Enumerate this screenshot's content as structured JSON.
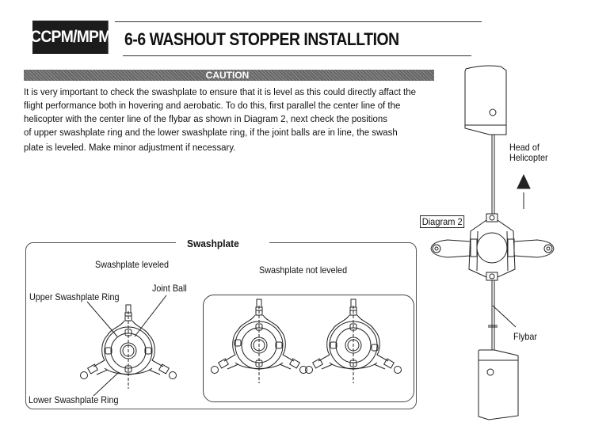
{
  "header": {
    "badge": "CCPM/MPM",
    "title": "6-6 WASHOUT STOPPER INSTALLTION"
  },
  "caution": {
    "label": "CAUTION",
    "lines": [
      "It is very important to check the swashplate to ensure that it is level as this could directly affact the",
      "flight performance both in hovering and aerobatic.  To do this, first parallel the center line of the",
      "helicopter with the center line of the flybar as shown in Diagram 2, next check the positions",
      "of upper swashplate ring and the lower swashplate ring, if the joint balls are in line, the swash",
      "plate is leveled. Make minor adjustment if necessary."
    ]
  },
  "swashplate_panel": {
    "title": "Swashplate",
    "leveled_caption": "Swashplate leveled",
    "not_leveled_caption": "Swashplate not leveled",
    "labels": {
      "upper_ring": "Upper Swashplate Ring",
      "joint_ball": "Joint Ball",
      "lower_ring": "Lower Swashplate Ring"
    }
  },
  "diagram2": {
    "label": "Diagram 2",
    "head_label_line1": "Head of",
    "head_label_line2": "Helicopter",
    "flybar_label": "Flybar"
  }
}
